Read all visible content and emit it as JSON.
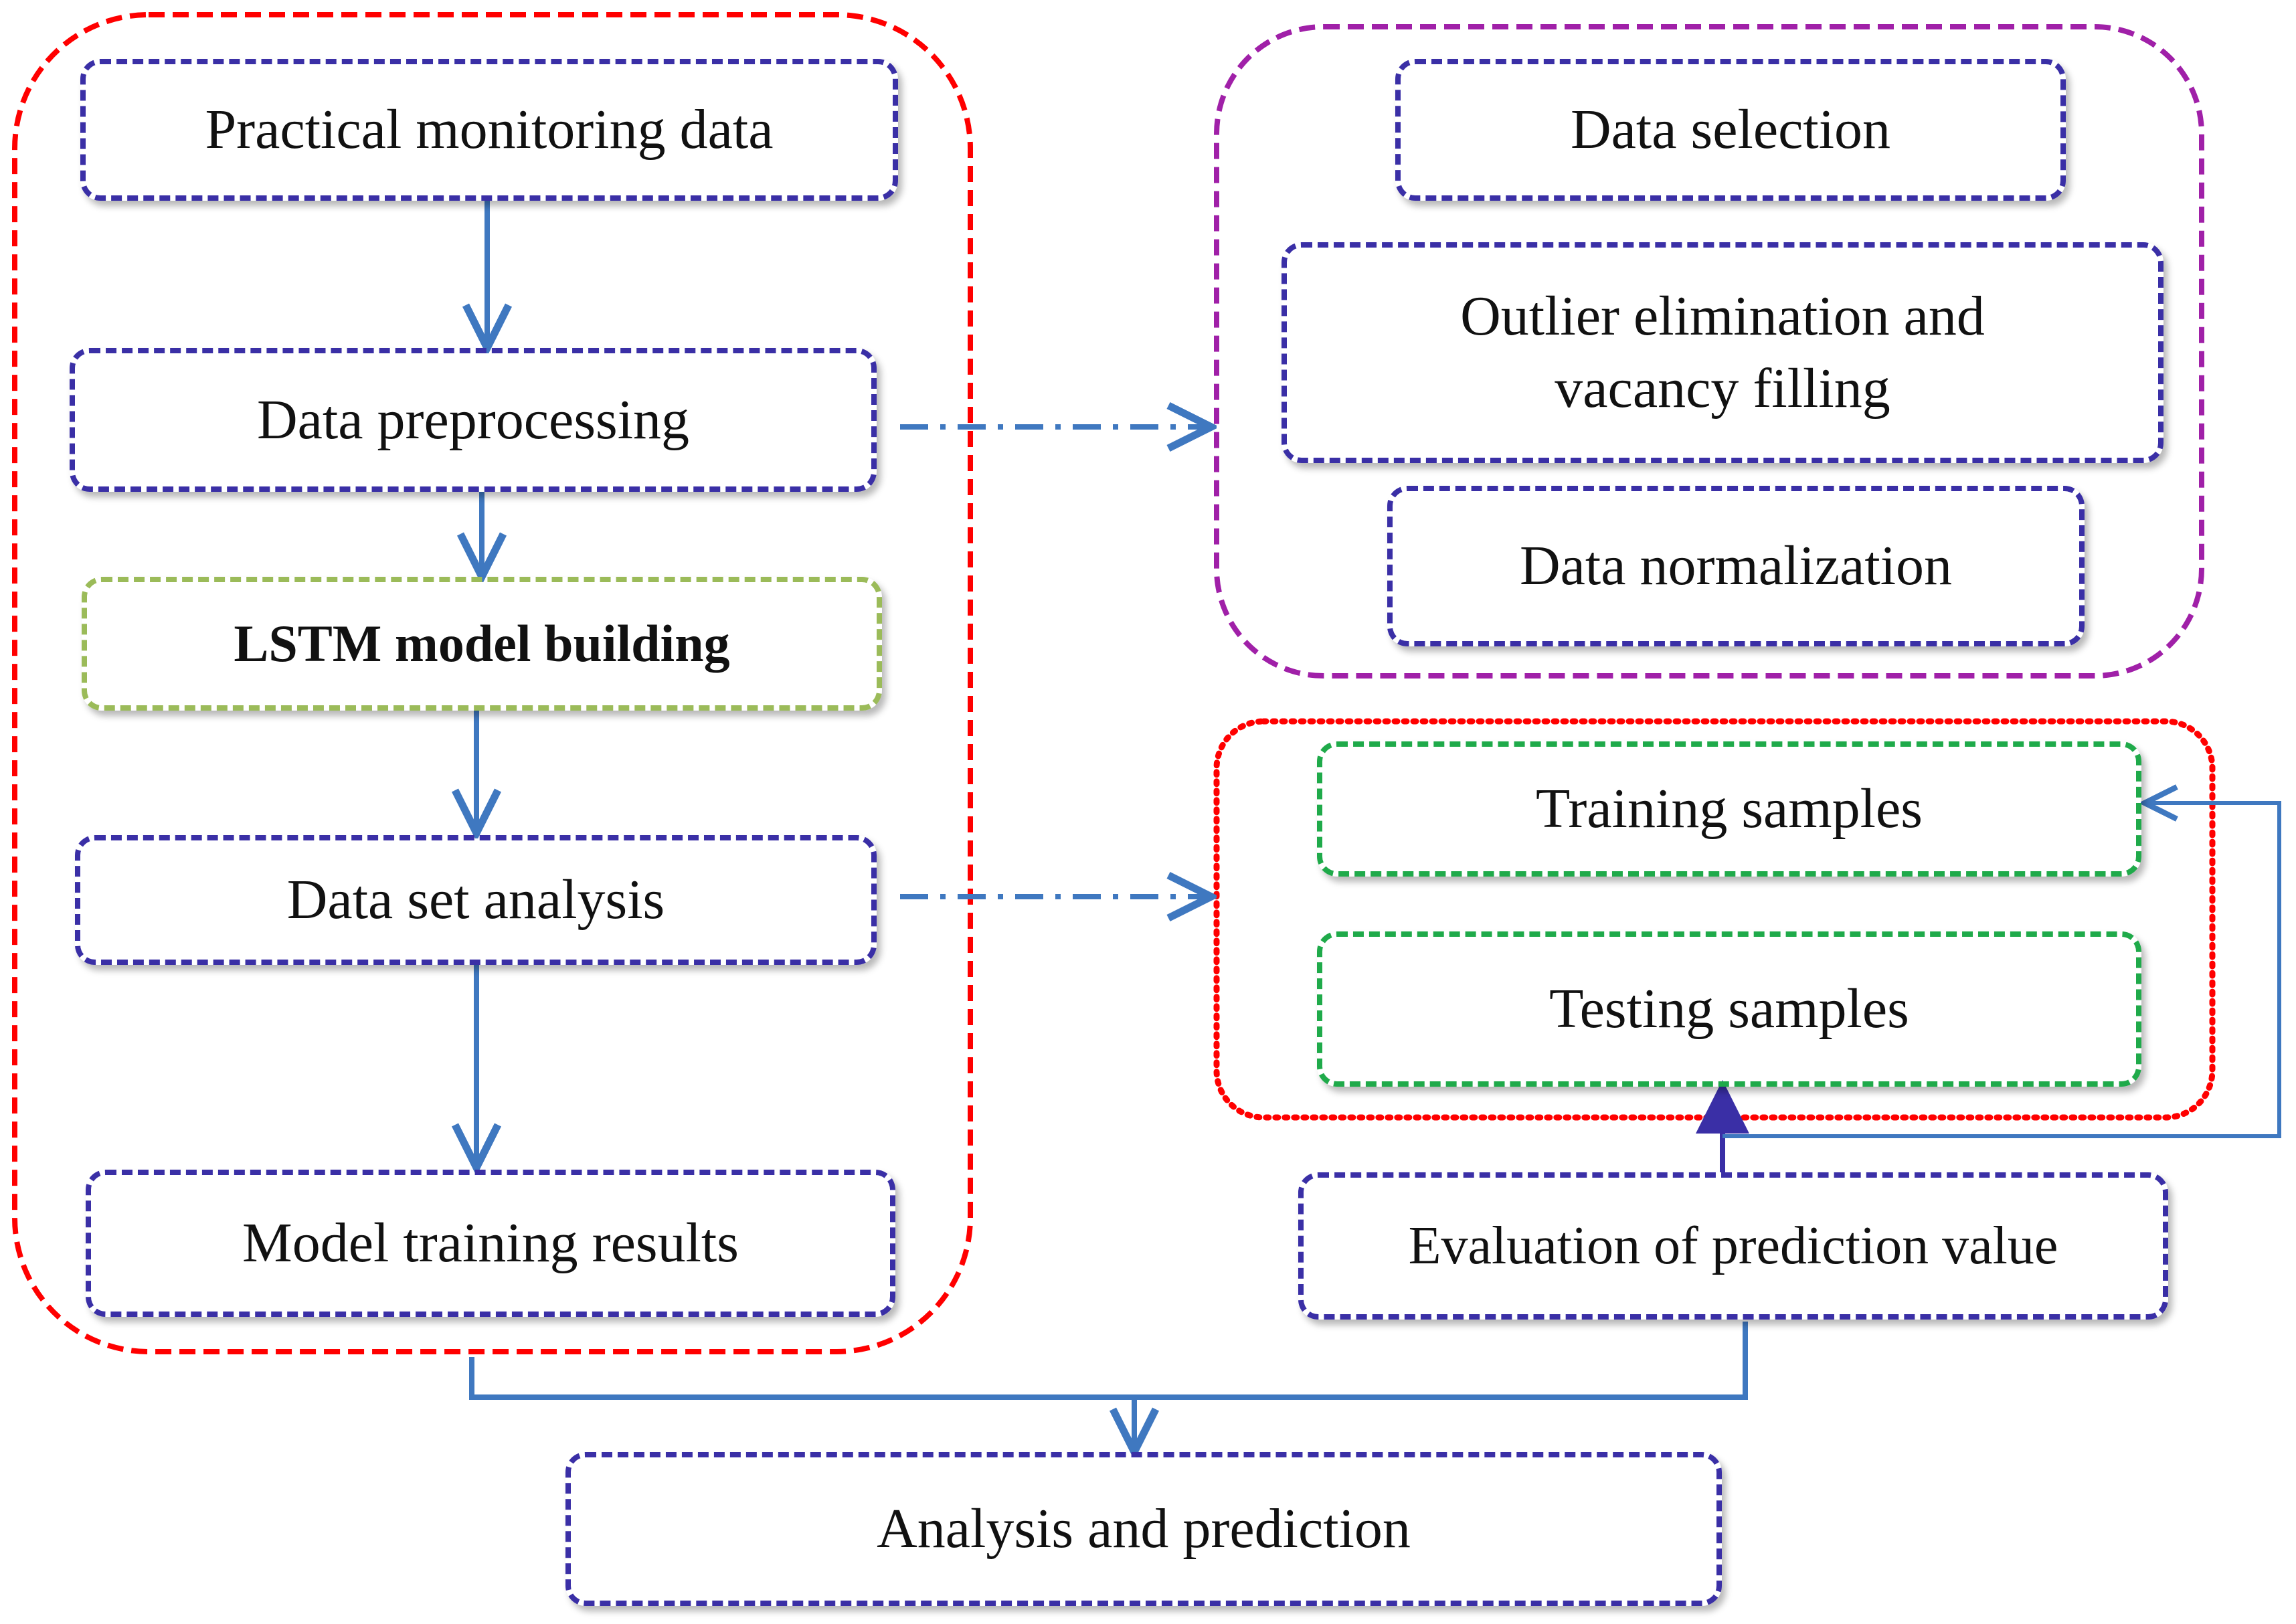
{
  "colors": {
    "box_border": "#3a2fa6",
    "lstm_border": "#9bbb59",
    "sample_border": "#1faa4a",
    "main_group_border": "#ff0000",
    "preprocess_group_border": "#a020a8",
    "dataset_group_border": "#ff0000",
    "arrow": "#3f78c0"
  },
  "nodes": {
    "practical_monitoring": "Practical monitoring data",
    "data_preprocessing": "Data preprocessing",
    "lstm_model": "LSTM model building",
    "data_set_analysis": "Data set analysis",
    "model_training_results": "Model training results",
    "data_selection": "Data selection",
    "outlier_line1": "Outlier elimination and",
    "outlier_line2": "vacancy filling",
    "data_normalization": "Data normalization",
    "training_samples": "Training samples",
    "testing_samples": "Testing samples",
    "evaluation": "Evaluation of prediction value",
    "analysis_prediction": "Analysis and prediction"
  }
}
